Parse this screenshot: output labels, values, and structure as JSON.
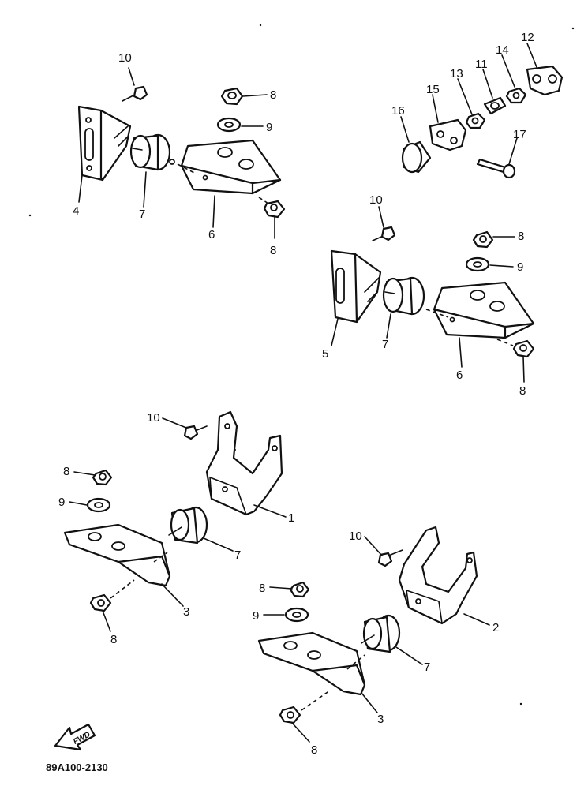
{
  "labels": {
    "l1": "1",
    "l2": "2",
    "l3a": "3",
    "l3b": "3",
    "l4": "4",
    "l5": "5",
    "l6a": "6",
    "l6b": "6",
    "l7a": "7",
    "l7b": "7",
    "l7c": "7",
    "l7d": "7",
    "l8a": "8",
    "l8b": "8",
    "l8c": "8",
    "l8d": "8",
    "l8e": "8",
    "l8f": "8",
    "l8g": "8",
    "l8h": "8",
    "l9a": "9",
    "l9b": "9",
    "l9c": "9",
    "l9d": "9",
    "l10a": "10",
    "l10b": "10",
    "l10c": "10",
    "l10d": "10",
    "l11": "11",
    "l12": "12",
    "l13": "13",
    "l14": "14",
    "l15": "15",
    "l16": "16",
    "l17": "17"
  },
  "fwd_arrow": "FWD",
  "diagram_code": "89A100-2130"
}
